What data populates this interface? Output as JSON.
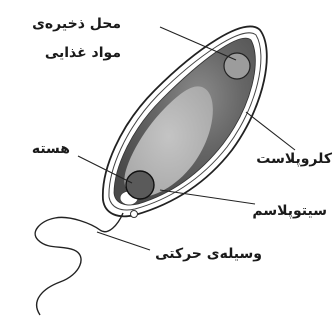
{
  "labels": {
    "storage": [
      "محل ذخیره‌ی",
      "مواد غذایی"
    ],
    "nucleus": "هسته",
    "chloroplast": "کلروپلاست",
    "cytoplasm": "سیتوپلاسم",
    "flagellum": "وسیله‌ی حرکتی"
  }
}
